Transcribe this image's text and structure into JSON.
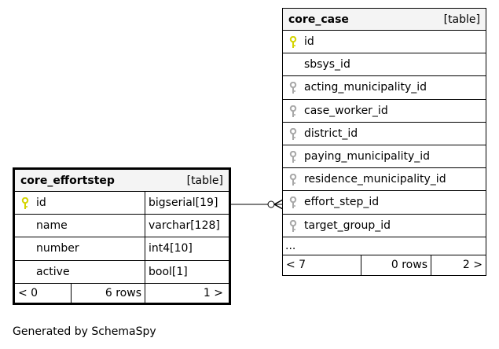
{
  "main_table": {
    "name": "core_case",
    "kind": "[table]",
    "columns": [
      {
        "name": "id",
        "key": "primary"
      },
      {
        "name": "sbsys_id",
        "key": "none"
      },
      {
        "name": "acting_municipality_id",
        "key": "foreign"
      },
      {
        "name": "case_worker_id",
        "key": "foreign"
      },
      {
        "name": "district_id",
        "key": "foreign"
      },
      {
        "name": "paying_municipality_id",
        "key": "foreign"
      },
      {
        "name": "residence_municipality_id",
        "key": "foreign"
      },
      {
        "name": "effort_step_id",
        "key": "foreign"
      },
      {
        "name": "target_group_id",
        "key": "foreign"
      }
    ],
    "more": "...",
    "footer": {
      "prev": "< 7",
      "rows": "0 rows",
      "next": "2 >"
    }
  },
  "related_table": {
    "name": "core_effortstep",
    "kind": "[table]",
    "columns": [
      {
        "name": "id",
        "type": "bigserial[19]",
        "key": "primary"
      },
      {
        "name": "name",
        "type": "varchar[128]",
        "key": "none"
      },
      {
        "name": "number",
        "type": "int4[10]",
        "key": "none"
      },
      {
        "name": "active",
        "type": "bool[1]",
        "key": "none"
      }
    ],
    "footer": {
      "prev": "< 0",
      "rows": "6 rows",
      "next": "1 >"
    }
  },
  "caption": "Generated by SchemaSpy",
  "colors": {
    "primary_key": "#d4d400",
    "foreign_key": "#a8a8a8",
    "header_bg": "#f4f4f4",
    "edge": "#000000"
  }
}
